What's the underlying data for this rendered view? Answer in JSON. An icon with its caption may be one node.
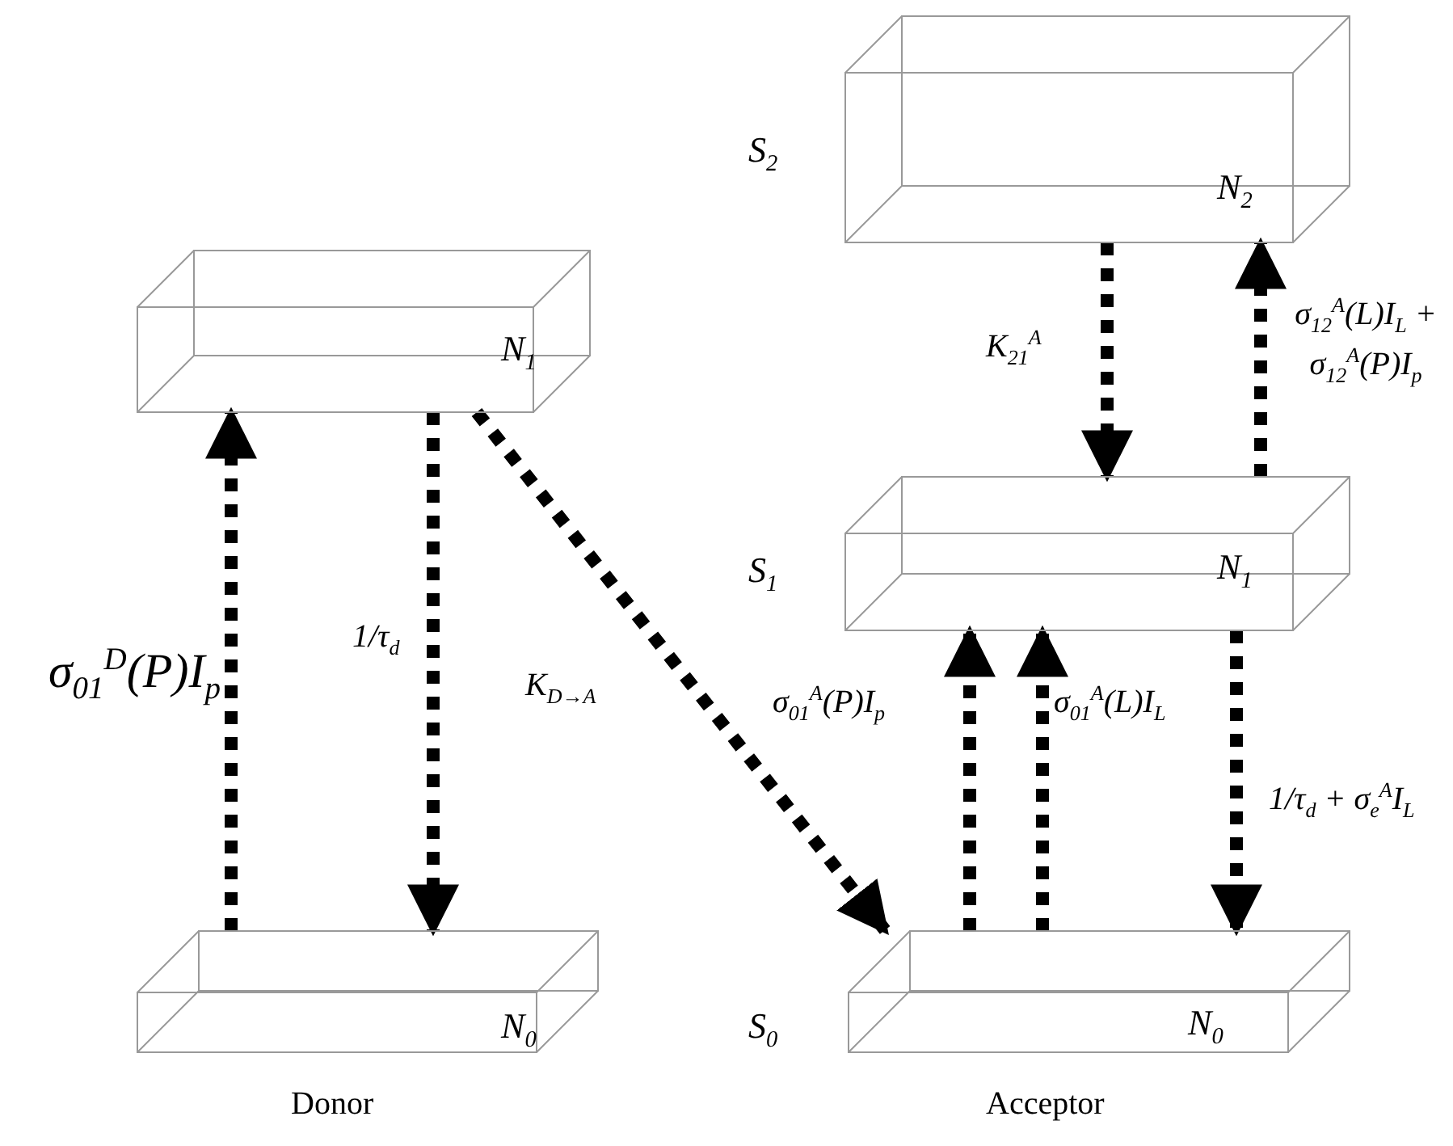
{
  "diagram": {
    "nodes": [
      {
        "text": [
          "N$_{1}$"
        ]
      },
      {
        "text": [
          "N$_{0}$"
        ]
      },
      {
        "text": [
          "N$_{2}$"
        ],
        "beside": [
          "S$_{2}$"
        ]
      },
      {
        "text": [
          "N$_{1}$"
        ],
        "beside": [
          "S$_{1}$"
        ]
      },
      {
        "text": [
          "N$_{0}$"
        ],
        "beside": [
          "S$_{0}$"
        ]
      }
    ],
    "edges": [
      {
        "from": 1,
        "to": 0,
        "arrow": "to",
        "label": "σ$_{01}$$^{D}$(P)I$_{p}$"
      },
      {
        "from": 0,
        "to": 1,
        "arrow": "to",
        "label": "1/τ$_{d}$"
      },
      {
        "from": 0,
        "to": 4,
        "arrow": "to",
        "label": "K$_{D→A}$"
      },
      {
        "from": 4,
        "to": 3,
        "arrow": "to",
        "label": "σ$_{01}$$^{A}$(P)I$_{p}$"
      },
      {
        "from": 4,
        "to": 3,
        "arrow": "to",
        "label": "σ$_{01}$$^{A}$(L)I$_{L}$"
      },
      {
        "from": 2,
        "to": 3,
        "arrow": "to",
        "label": "K$_{21}$$^{A}$"
      },
      {
        "from": 3,
        "to": 2,
        "arrow": "to",
        "label": "σ$_{12}$$^{A}$(L)I$_{L}$ + σ$_{12}$$^{A}$(P)I$_{p}$"
      },
      {
        "from": 3,
        "to": 4,
        "arrow": "to",
        "label": "1/τ$_{d}$ + σ$_{e}$$^{A}$I$_{L}$"
      }
    ],
    "labels": [
      "Donor",
      "Acceptor"
    ]
  }
}
